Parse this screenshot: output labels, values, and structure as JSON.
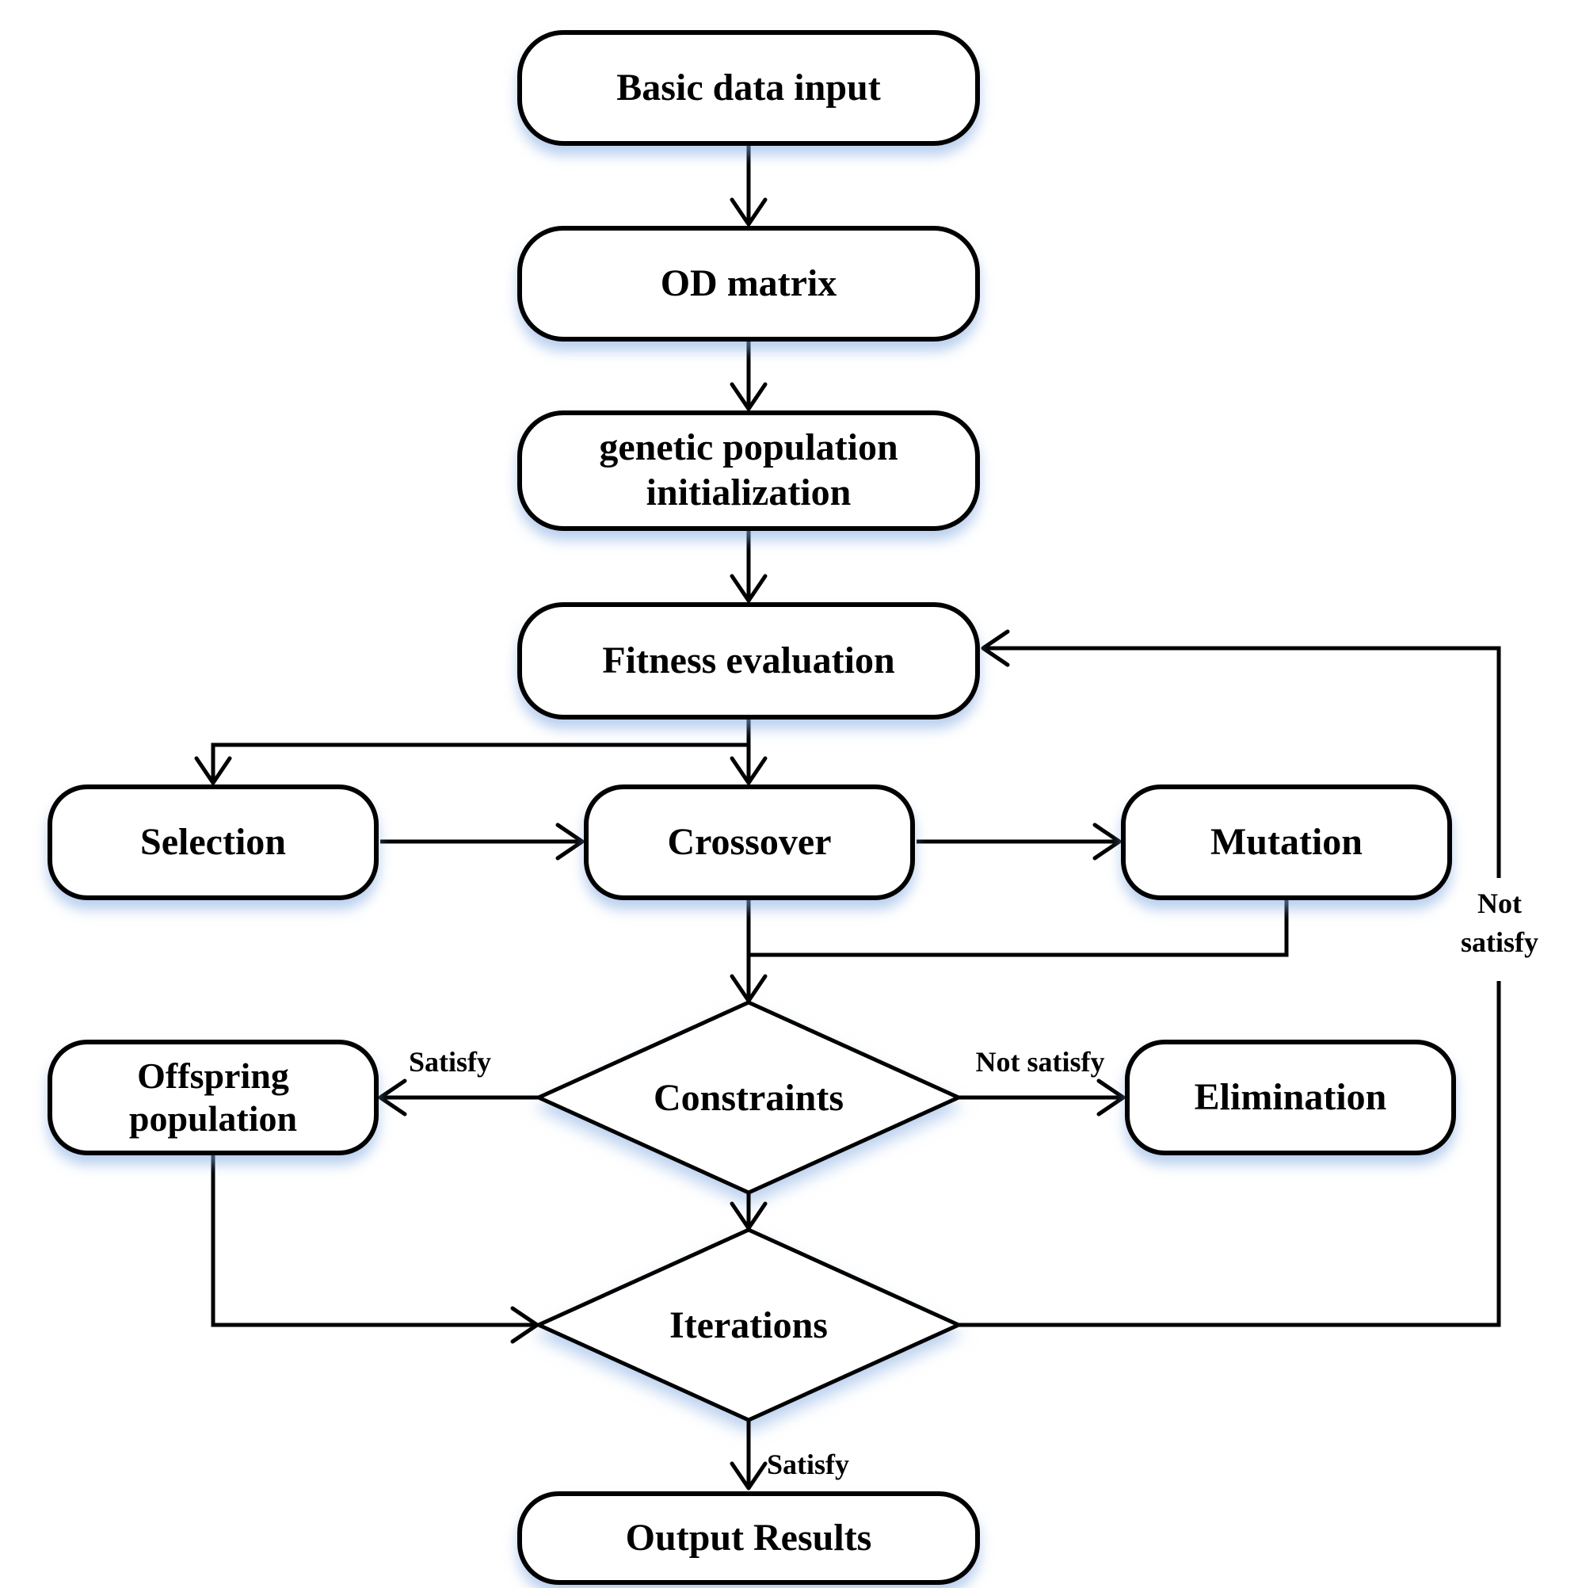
{
  "diagram": {
    "title": "Genetic algorithm flowchart",
    "colors": {
      "line": "#000000",
      "node_fill": "#ffffff",
      "node_shadow": "#82a9e1",
      "text": "#000000"
    },
    "nodes": {
      "basic_data_input": {
        "label": "Basic data input"
      },
      "od_matrix": {
        "label": "OD matrix"
      },
      "genetic_population_initialization": {
        "label": "genetic population initialization"
      },
      "fitness_evaluation": {
        "label": "Fitness evaluation"
      },
      "selection": {
        "label": "Selection"
      },
      "crossover": {
        "label": "Crossover"
      },
      "mutation": {
        "label": "Mutation"
      },
      "constraints": {
        "label": "Constraints"
      },
      "offspring_population": {
        "label": "Offspring population"
      },
      "elimination": {
        "label": "Elimination"
      },
      "iterations": {
        "label": "Iterations"
      },
      "output_results": {
        "label": "Output Results"
      }
    },
    "edge_labels": {
      "constraints_satisfy": {
        "label": "Satisfy"
      },
      "constraints_not_satisfy": {
        "label": "Not satisfy"
      },
      "iterations_not_satisfy_loop": {
        "label": "Not satisfy"
      },
      "iterations_satisfy": {
        "label": "Satisfy"
      }
    }
  }
}
